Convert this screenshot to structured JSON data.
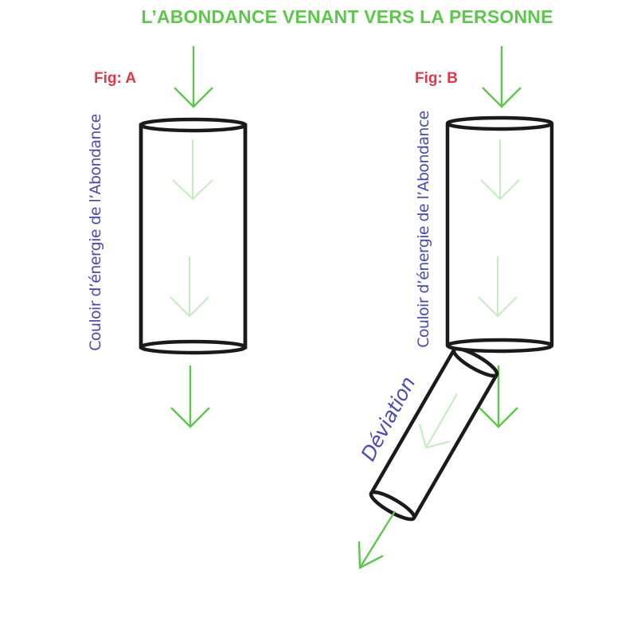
{
  "title": "L’ABONDANCE VENANT VERS LA PERSONNE",
  "figures": {
    "a": {
      "label": "Fig: A",
      "side_label": "Couloir d’énergie de l’Abondance"
    },
    "b": {
      "label": "Fig: B",
      "side_label": "Couloir d’énergie de l’Abondance",
      "deviation_label": "Déviation"
    }
  },
  "colors": {
    "title": "#5cc84a",
    "fig_label": "#e03848",
    "side_label": "#4a4ab4",
    "arrow": "#5cc84a",
    "arrow_faint": "#c8ecc2",
    "tube_outline": "#1a1a1a"
  }
}
